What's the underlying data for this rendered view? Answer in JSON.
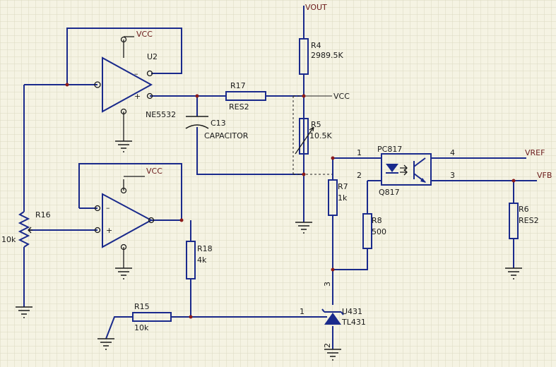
{
  "nets": {
    "vout": "VOUT",
    "vcc_top": "VCC",
    "vcc_right": "VCC",
    "vcc_bottom": "VCC",
    "vref": "VREF",
    "vfb": "VFB"
  },
  "components": {
    "u2": {
      "ref": "U2",
      "value": "NE5532"
    },
    "r4": {
      "ref": "R4",
      "value": "2989.5K"
    },
    "r5": {
      "ref": "R5",
      "value": "10.5K"
    },
    "r6": {
      "ref": "R6",
      "value": "RES2"
    },
    "r7": {
      "ref": "R7",
      "value": "1k"
    },
    "r8": {
      "ref": "R8",
      "value": "500"
    },
    "r15": {
      "ref": "R15",
      "value": "10k"
    },
    "r16": {
      "ref": "R16",
      "value": "10k"
    },
    "r17": {
      "ref": "R17",
      "value": "RES2"
    },
    "r18": {
      "ref": "R18",
      "value": "4k"
    },
    "c13": {
      "ref": "C13",
      "value": "CAPACITOR"
    },
    "q817": {
      "ref": "PC817",
      "value": "Q817"
    },
    "tl431": {
      "ref": "U431",
      "value": "TL431"
    }
  },
  "pins": {
    "opto_1": "1",
    "opto_2": "2",
    "opto_3": "3",
    "opto_4": "4",
    "tl431_1": "1",
    "tl431_2": "2",
    "tl431_3": "3"
  }
}
